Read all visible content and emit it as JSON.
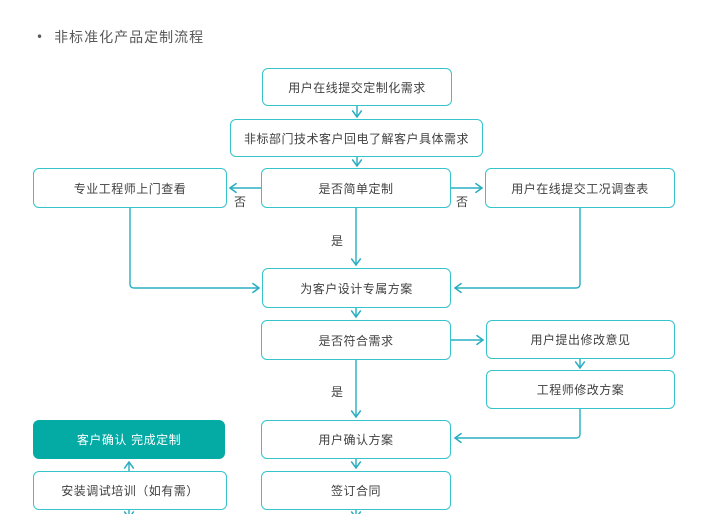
{
  "title": {
    "bullet": "•",
    "text": "非标准化产品定制流程"
  },
  "colors": {
    "box_border": "#35C4CB",
    "connector_line": "#28AEC0",
    "filled_box": "#04ABA5",
    "box_text": "#404040",
    "title_text": "#595959"
  },
  "nodes": {
    "submit_request": "用户在线提交定制化需求",
    "callback": "非标部门技术客户回电了解客户具体需求",
    "engineer_visit": "专业工程师上门查看",
    "is_simple_custom": "是否简单定制",
    "submit_survey": "用户在线提交工况调查表",
    "design_plan": "为客户设计专属方案",
    "meets_needs": "是否符合需求",
    "user_feedback": "用户提出修改意见",
    "engineer_modify": "工程师修改方案",
    "confirm_plan": "用户确认方案",
    "sign_contract": "签订合同",
    "custom_complete": "客户确认 完成定制",
    "install_training": "安装调试培训（如有需）"
  },
  "edge_labels": {
    "no_left": "否",
    "no_right": "否",
    "yes_to_design": "是",
    "yes_to_confirm": "是"
  }
}
